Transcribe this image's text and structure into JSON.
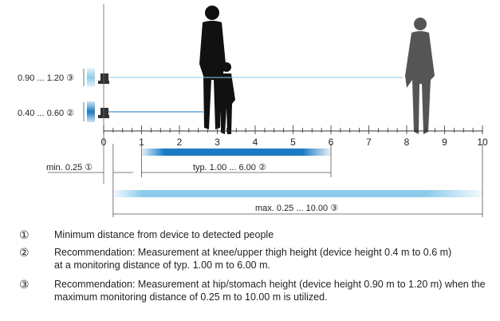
{
  "diagram": {
    "axis": {
      "min": 0,
      "max": 10,
      "tick_labels": [
        "0",
        "1",
        "2",
        "3",
        "4",
        "5",
        "6",
        "7",
        "8",
        "9",
        "10"
      ]
    },
    "heights": [
      {
        "label": "0.90 ... 1.20 ③"
      },
      {
        "label": "0.40 ... 0.60 ②"
      }
    ],
    "ranges": {
      "min": {
        "label": "min. 0.25 ①",
        "value": 0.25
      },
      "typ": {
        "label": "typ. 1.00 ... 6.00 ②",
        "from": 1.0,
        "to": 6.0
      },
      "max": {
        "label": "max. 0.25 ... 10.00 ③",
        "from": 0.25,
        "to": 10.0
      }
    },
    "colors": {
      "dark_blue": "#1a7bc4",
      "light_blue": "#8ecbea",
      "line": "#555555"
    }
  },
  "legend": [
    {
      "num": "①",
      "text": "Minimum distance from device to detected people"
    },
    {
      "num": "②",
      "text": "Recommendation: Measurement at knee/upper thigh height (device height 0.4 m to 0.6 m) at a monitoring distance of typ. 1.00 m to 6.00 m."
    },
    {
      "num": "③",
      "text": "Recommendation: Measurement at hip/stomach height (device height 0.90 m to 1.20 m) when the maximum monitoring distance of 0.25 m to 10.00 m is utilized."
    }
  ]
}
